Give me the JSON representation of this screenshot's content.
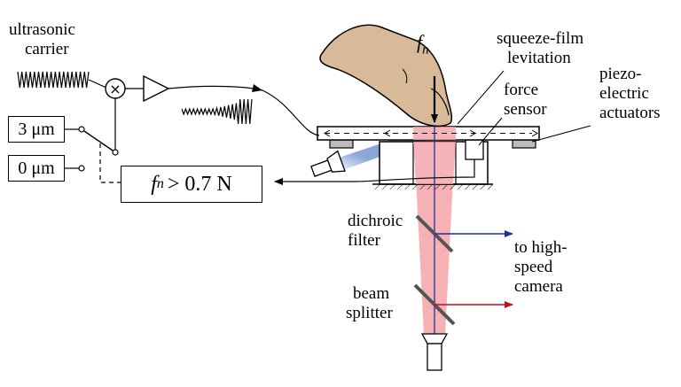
{
  "labels": {
    "ultrasonic_carrier": [
      "ultrasonic",
      "carrier"
    ],
    "force_symbol": "f",
    "force_subscript": "n",
    "squeeze_film": [
      "squeeze-film",
      "levitation"
    ],
    "force_sensor": [
      "force",
      "sensor"
    ],
    "piezo": [
      "piezo-",
      "electric",
      "actuators"
    ],
    "dichroic": [
      "dichroic",
      "filter"
    ],
    "high_speed": [
      "to high-",
      "speed",
      "camera"
    ],
    "beam_splitter": [
      "beam",
      "splitter"
    ]
  },
  "switch_options": {
    "high": "3 μm",
    "low": "0 μm"
  },
  "threshold": {
    "symbol": "f",
    "subscript": "n",
    "condition": "> 0.7 N"
  },
  "multiplier_symbol": "×",
  "colors": {
    "laser_beam": "#f3a3a6",
    "illumination": "#7f9fd6",
    "blue_ray": "#1f2fa0",
    "red_ray": "#c01020",
    "finger_fill": "#d8b998",
    "plate": "#ffffff",
    "line": "#000000"
  }
}
